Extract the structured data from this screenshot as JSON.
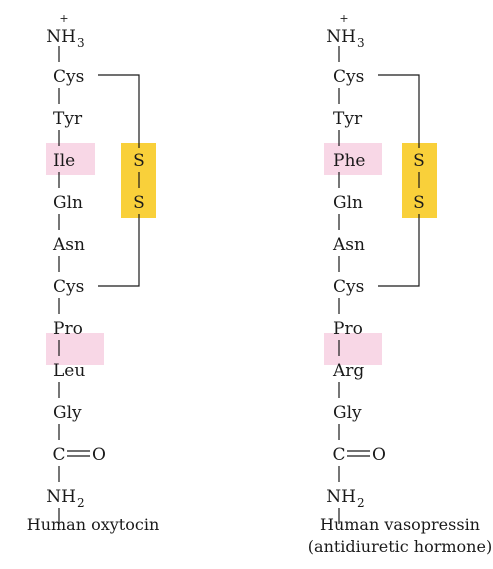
{
  "oxytocin": {
    "n_terminus": {
      "label": "NH",
      "subscript": "3",
      "charge": "+"
    },
    "residues": [
      "Cys",
      "Tyr",
      "Ile",
      "Gln",
      "Asn",
      "Cys",
      "Pro",
      "Leu",
      "Gly"
    ],
    "c_terminus": {
      "carbon": "C",
      "oxygen": "O",
      "amide_label": "NH",
      "amide_subscript": "2"
    },
    "disulfide": [
      "S",
      "S"
    ],
    "caption": "Human oxytocin"
  },
  "vasopressin": {
    "n_terminus": {
      "label": "NH",
      "subscript": "3",
      "charge": "+"
    },
    "residues": [
      "Cys",
      "Tyr",
      "Phe",
      "Gln",
      "Asn",
      "Cys",
      "Pro",
      "Arg",
      "Gly"
    ],
    "c_terminus": {
      "carbon": "C",
      "oxygen": "O",
      "amide_label": "NH",
      "amide_subscript": "2"
    },
    "disulfide": [
      "S",
      "S"
    ],
    "caption": "Human vasopressin",
    "caption_2": "(antidiuretic hormone)"
  },
  "colors": {
    "substituted_residue_highlight": "#f8d7e6",
    "disulfide_highlight": "#f9d03a",
    "ink": "#1a1a1a"
  }
}
